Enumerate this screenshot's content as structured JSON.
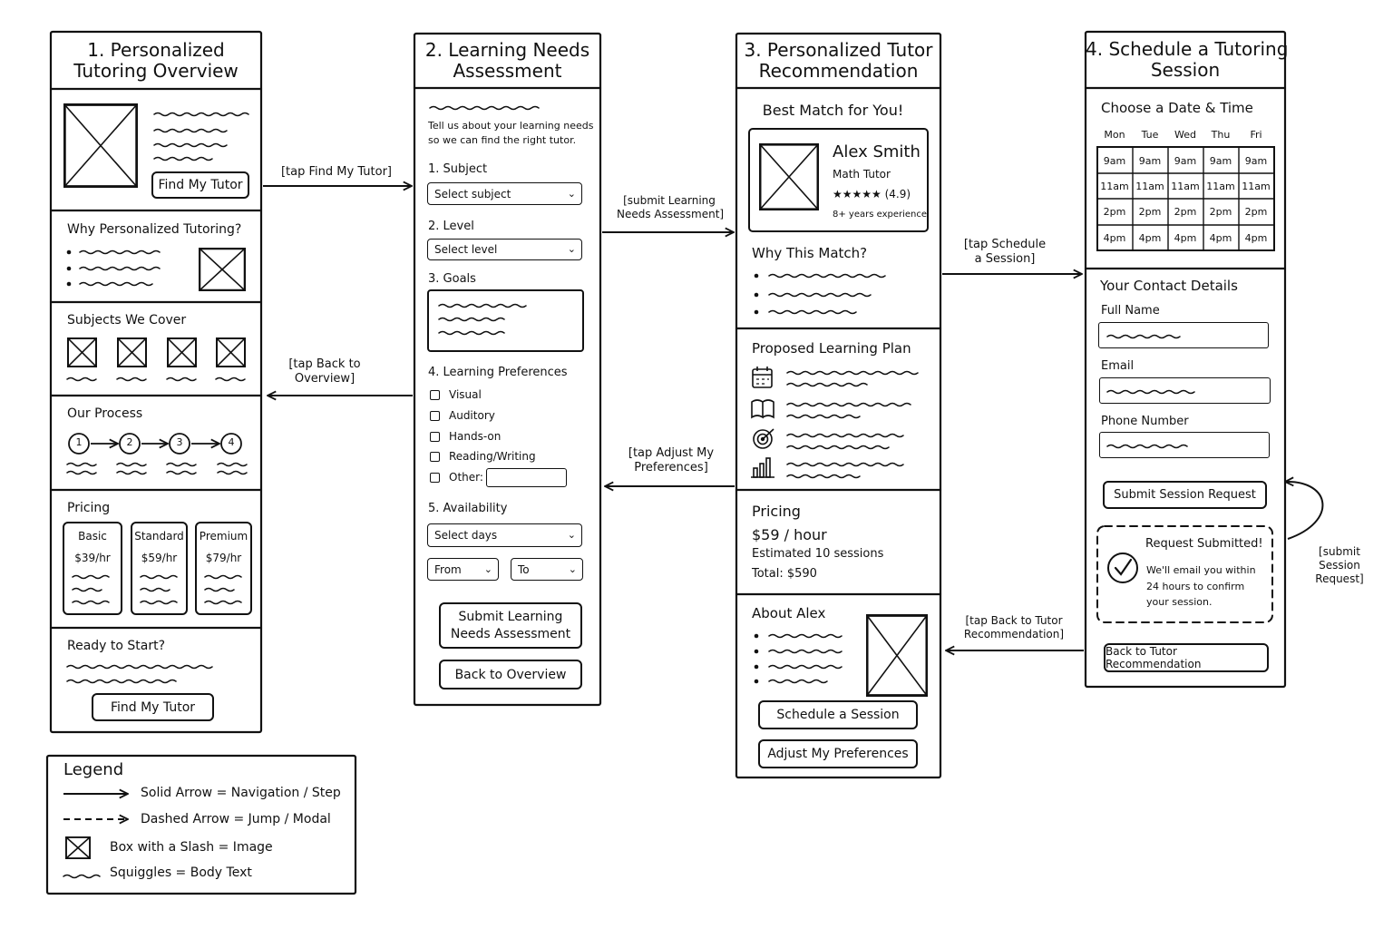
{
  "screen1": {
    "title_line1": "1. Personalized",
    "title_line2": "Tutoring Overview",
    "hero_button": "Find My Tutor",
    "why_heading": "Why Personalized Tutoring?",
    "subjects_heading": "Subjects We Cover",
    "process_heading": "Our Process",
    "process_steps": [
      "1",
      "2",
      "3",
      "4"
    ],
    "pricing_heading": "Pricing",
    "plans": [
      {
        "name": "Basic",
        "price": "$39/hr"
      },
      {
        "name": "Standard",
        "price": "$59/hr"
      },
      {
        "name": "Premium",
        "price": "$79/hr"
      }
    ],
    "cta_heading": "Ready to Start?",
    "cta_button": "Find My Tutor"
  },
  "screen2": {
    "title_line1": "2. Learning Needs",
    "title_line2": "Assessment",
    "intro_line1": "Tell us about your learning needs",
    "intro_line2": "so we can find the right tutor.",
    "subject_label": "1. Subject",
    "subject_select": "Select subject",
    "level_label": "2. Level",
    "level_select": "Select level",
    "goals_label": "3. Goals",
    "prefs_label": "4. Learning Preferences",
    "prefs": [
      "Visual",
      "Auditory",
      "Hands-on",
      "Reading/Writing",
      "Other:"
    ],
    "availability_label": "5. Availability",
    "days_select": "Select days",
    "from_select": "From",
    "to_select": "To",
    "submit_line1": "Submit Learning",
    "submit_line2": "Needs Assessment",
    "back_button": "Back to Overview"
  },
  "screen3": {
    "title_line1": "3. Personalized Tutor",
    "title_line2": "Recommendation",
    "match_heading": "Best Match for You!",
    "tutor_name": "Alex Smith",
    "tutor_role": "Math Tutor",
    "rating": "★★★★★ (4.9)",
    "experience": "8+ years experience",
    "why_heading": "Why This Match?",
    "plan_heading": "Proposed Learning Plan",
    "plan_icons": [
      "calendar-icon",
      "book-icon",
      "target-icon",
      "bar-chart-icon"
    ],
    "pricing_heading": "Pricing",
    "price": "$59 / hour",
    "estimated": "Estimated  10 sessions",
    "total": "Total:  $590",
    "about_heading": "About Alex",
    "schedule_button": "Schedule a Session",
    "adjust_button": "Adjust My Preferences"
  },
  "screen4": {
    "title_line1": "4. Schedule a Tutoring",
    "title_line2": "Session",
    "date_heading": "Choose a Date & Time",
    "days": [
      "Mon",
      "Tue",
      "Wed",
      "Thu",
      "Fri"
    ],
    "times": [
      "9am",
      "11am",
      "2pm",
      "4pm"
    ],
    "contact_heading": "Your Contact Details",
    "name_label": "Full Name",
    "email_label": "Email",
    "phone_label": "Phone Number",
    "submit_button": "Submit Session Request",
    "modal_title": "Request Submitted!",
    "modal_line1": "We'll email you within",
    "modal_line2": "24 hours to confirm",
    "modal_line3": "your session.",
    "back_button": "Back to Tutor Recommendation"
  },
  "transitions": {
    "t1_line1": "[tap Find My Tutor]",
    "t2_line1": "[submit Learning",
    "t2_line2": "Needs Assessment]",
    "t3_line1": "[tap Back to",
    "t3_line2": "Overview]",
    "t4_line1": "[tap Schedule",
    "t4_line2": "a Session]",
    "t5_line1": "[tap Adjust My",
    "t5_line2": "Preferences]",
    "t6_line1": "[tap Back to Tutor",
    "t6_line2": "Recommendation]",
    "t7_line1": "[submit",
    "t7_line2": "Session",
    "t7_line3": "Request]"
  },
  "legend": {
    "title": "Legend",
    "solid": "Solid Arrow = Navigation / Step",
    "dashed": "Dashed Arrow = Jump / Modal",
    "image": "Box with a Slash = Image",
    "squiggle": "Squiggles = Body Text"
  }
}
